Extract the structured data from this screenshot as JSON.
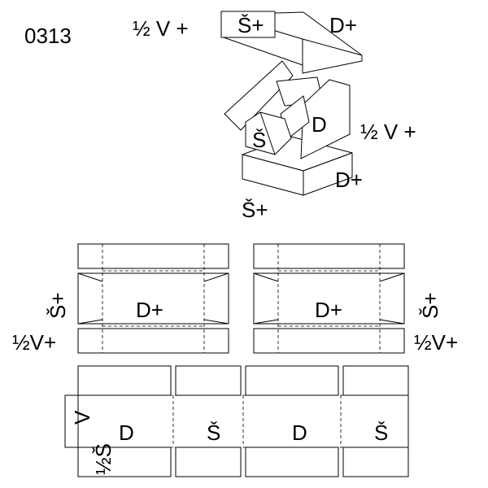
{
  "code": "0313",
  "box_illustration": {
    "lid_left_label": "½ V +",
    "lid_top_label": "Š+",
    "lid_right_label": "D+",
    "inner_front_label": "Š",
    "inner_side_label": "D",
    "base_side_height_label": "½ V +",
    "base_right_label": "D+",
    "base_bottom_label": "Š+"
  },
  "lid_blank_left": {
    "center_label": "D+",
    "side_label": "Š+",
    "height_label": "½V+"
  },
  "lid_blank_right": {
    "center_label": "D+",
    "side_label": "Š+",
    "height_label": "½V+"
  },
  "tube_blank": {
    "flap_label": "V",
    "height_label": "½Š",
    "panel_labels": [
      "D",
      "Š",
      "D",
      "Š"
    ]
  },
  "colors": {
    "line": "#000000",
    "background": "#ffffff"
  }
}
